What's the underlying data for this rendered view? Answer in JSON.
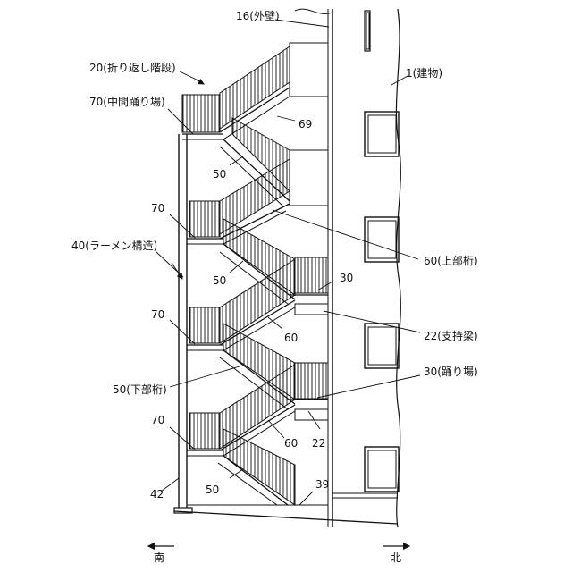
{
  "labels": {
    "outer_wall": "16(外壁)",
    "building": "1(建物)",
    "switchback_stairs": "20(折り返し階段)",
    "middle_landing": "70(中間踊り場)",
    "ref_69": "69",
    "ref_50_a": "50",
    "ref_70_a": "70",
    "upper_girder": "60(上部桁)",
    "ref_50_b": "50",
    "rahmen": "40(ラーメン構造)",
    "ref_30": "30",
    "ref_70_b": "70",
    "ref_60_a": "60",
    "support_beam": "22(支持梁)",
    "lower_girder": "50(下部桁)",
    "landing_30": "30(踊り場)",
    "ref_70_c": "70",
    "ref_60_b": "60",
    "ref_22": "22",
    "ref_50_c": "50",
    "ref_42": "42",
    "ref_39": "39",
    "south": "南",
    "north": "北"
  }
}
